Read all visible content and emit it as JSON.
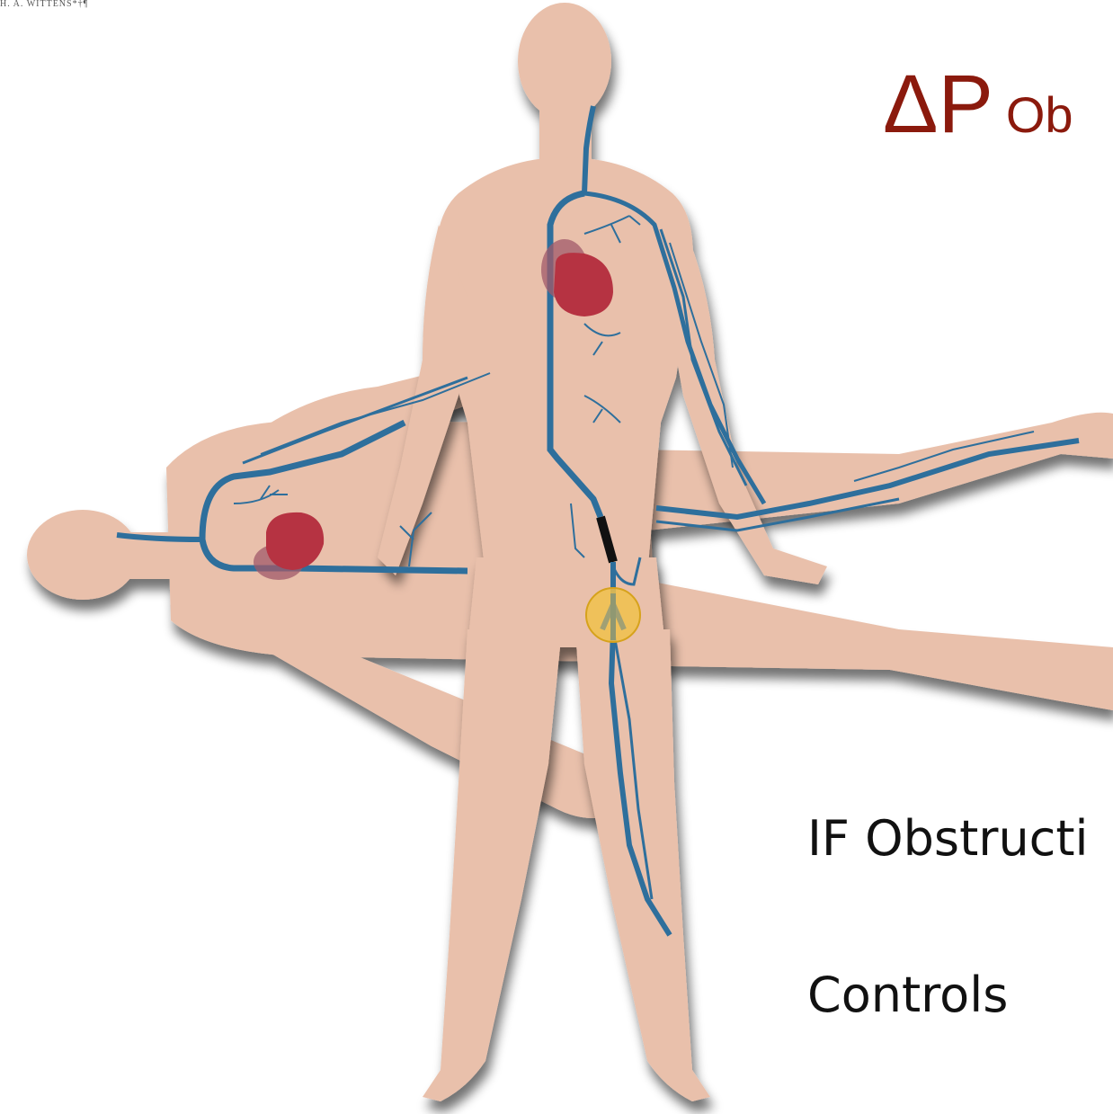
{
  "author_line": "H. A. WITTENS*†¶",
  "title": {
    "symbol": "ΔP",
    "text": "Ob"
  },
  "legend": {
    "obstruction_label": "IF Obstructi",
    "controls_label": "Controls"
  },
  "colors": {
    "title": "#8b1a0d",
    "skin": "#e9c0ab",
    "vein": "#2e6f9c",
    "heart": "#b63342",
    "heart_shade": "#a05a6a",
    "obstruction": "#111111",
    "marker_fill": "#f0c14b",
    "marker_stroke": "#d6a21c"
  }
}
